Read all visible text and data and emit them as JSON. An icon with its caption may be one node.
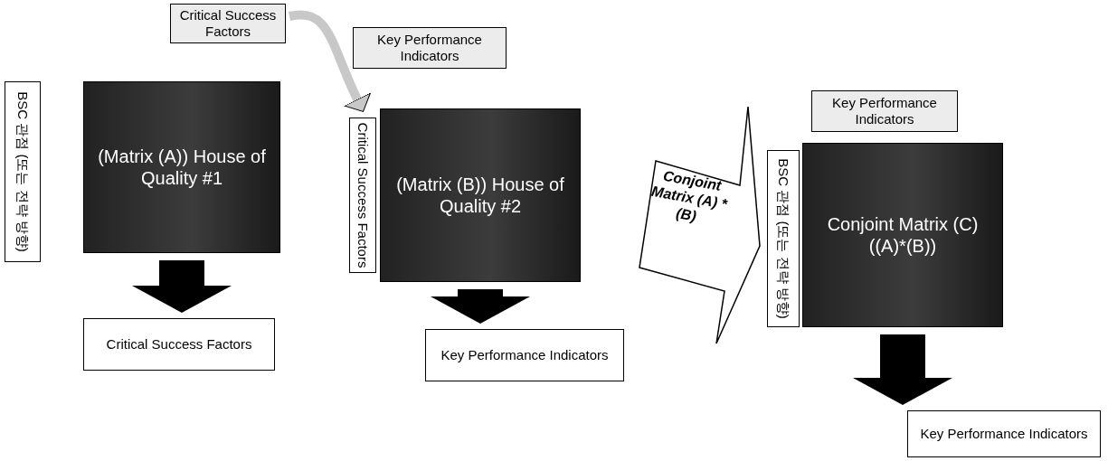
{
  "diagram": {
    "nodes": [
      {
        "text": [
          "Critical Success Factors"
        ]
      },
      {
        "text": [
          "BSC 관점 (또는 전략 방향)"
        ]
      },
      {
        "text": [
          "(Matrix (A)) House of Quality #1"
        ]
      },
      {
        "text": [
          "Critical Success Factors"
        ]
      },
      {
        "text": [
          "Key Performance Indicators"
        ]
      },
      {
        "text": [
          "Critical Success Factors"
        ]
      },
      {
        "text": [
          "(Matrix (B)) House of Quality #2"
        ]
      },
      {
        "text": [
          "Key Performance Indicators"
        ]
      },
      {
        "text": [
          "Conjoint Matrix (A) * (B)"
        ]
      },
      {
        "text": [
          "Key Performance Indicators"
        ]
      },
      {
        "text": [
          "BSC 관점 (또는 전략 방향)"
        ]
      },
      {
        "text": [
          "Conjoint Matrix (C) ((A)*(B))"
        ]
      },
      {
        "text": [
          "Key Performance Indicators"
        ]
      }
    ],
    "edges": [
      {
        "from": 0,
        "to": 5,
        "arrow": "to",
        "color": "#c8c8c8"
      },
      {
        "from": 2,
        "to": 3,
        "arrow": "to"
      },
      {
        "from": 6,
        "to": 7,
        "arrow": "to"
      },
      {
        "from": 11,
        "to": 12,
        "arrow": "to"
      }
    ]
  }
}
